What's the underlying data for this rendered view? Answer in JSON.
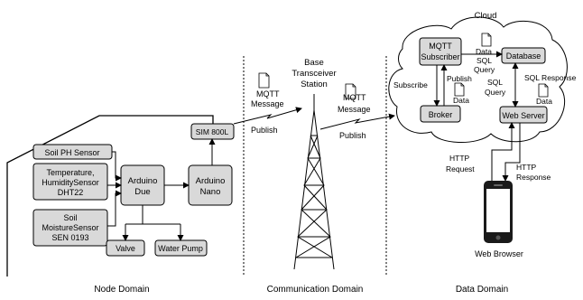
{
  "domains": {
    "node": "Node Domain",
    "communication": "Communication Domain",
    "data": "Data Domain"
  },
  "node": {
    "soil_ph": "Soil PH Sensor",
    "temp_line1": "Temperature,",
    "temp_line2": "HumiditySensor",
    "temp_line3": "DHT22",
    "moist_line1": "Soil",
    "moist_line2": "MoistureSensor",
    "moist_line3": "SEN 0193",
    "due_line1": "Arduino",
    "due_line2": "Due",
    "nano_line1": "Arduino",
    "nano_line2": "Nano",
    "sim": "SIM 800L",
    "valve": "Valve",
    "pump": "Water Pump"
  },
  "comm": {
    "mqtt_left_1": "MQTT",
    "mqtt_left_2": "Message",
    "publish_left": "Publish",
    "station_1": "Base",
    "station_2": "Transceiver",
    "station_3": "Station",
    "mqtt_right_1": "MQTT",
    "mqtt_right_2": "Message",
    "publish_right": "Publish"
  },
  "data": {
    "cloud": "Cloud",
    "sub_line1": "MQTT",
    "sub_line2": "Subscriber",
    "database": "Database",
    "broker": "Broker",
    "web_server": "Web Server",
    "subscribe": "Subscribe",
    "publish": "Publish",
    "data_a": "Data",
    "data_b": "Data",
    "data_c": "Data",
    "sql_query_1": "SQL",
    "sql_query_2": "Query",
    "sql_query_3": "SQL",
    "sql_query_4": "Query",
    "sql_response": "SQL Response",
    "http_request_1": "HTTP",
    "http_request_2": "Request",
    "http_response_1": "HTTP",
    "http_response_2": "Response",
    "web_browser": "Web Browser"
  }
}
